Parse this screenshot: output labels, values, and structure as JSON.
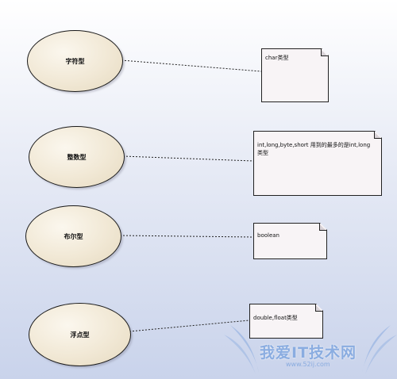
{
  "nodes": [
    {
      "id": "char-node",
      "label": "字符型"
    },
    {
      "id": "integer-node",
      "label": "整数型"
    },
    {
      "id": "boolean-node",
      "label": "布尔型"
    },
    {
      "id": "float-node",
      "label": "浮点型"
    }
  ],
  "notes": [
    {
      "id": "char-note",
      "text": "char类型"
    },
    {
      "id": "integer-note",
      "text": "int,long,byte,short 用到的最多的是int,long类型"
    },
    {
      "id": "boolean-note",
      "text": "boolean"
    },
    {
      "id": "float-note",
      "text": "double,float类型"
    }
  ],
  "watermark": {
    "title": "我爱IT技术网",
    "url": "www.52ij.com"
  },
  "colors": {
    "node_fill": "#f1e8d5",
    "note_fill": "#f8f4f6",
    "outline": "#1a1a1a",
    "watermark": "#78a0dc"
  }
}
